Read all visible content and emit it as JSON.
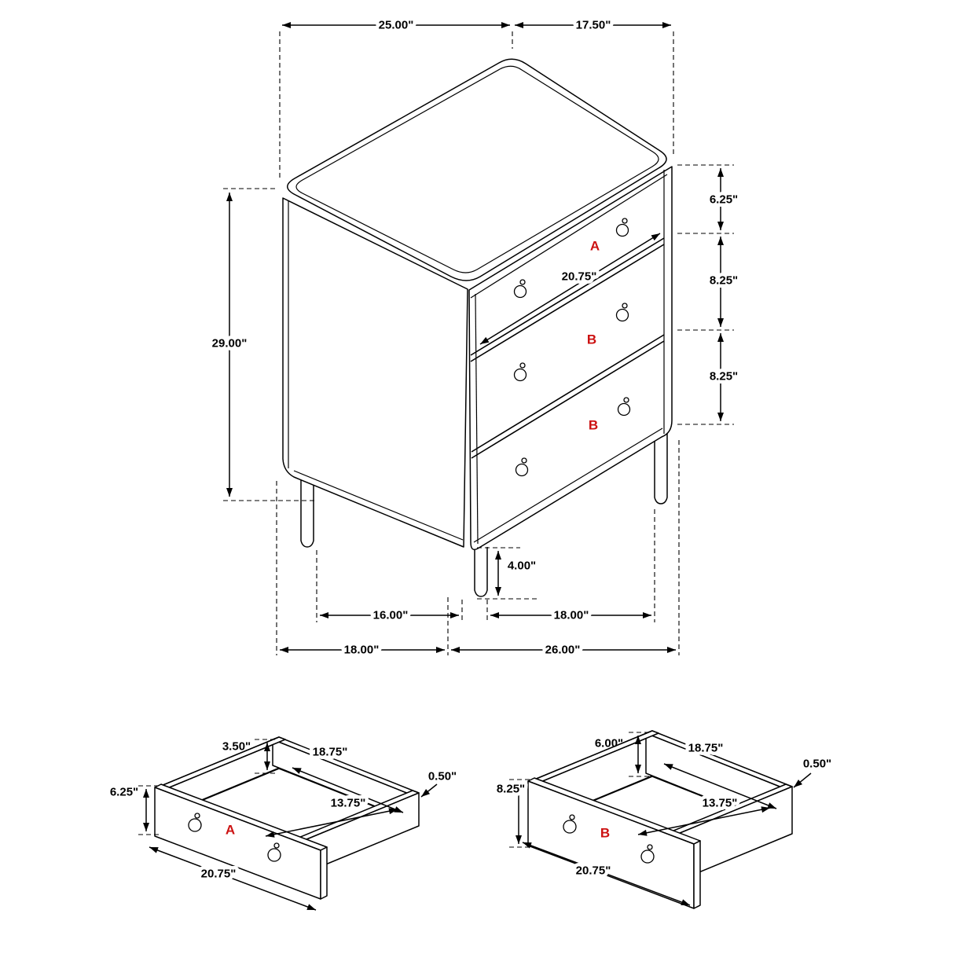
{
  "page": {
    "background": "#ffffff",
    "line_color": "#000000",
    "accent_color": "#cc1111"
  },
  "main_view": {
    "description": "isometric-3-drawer-chest",
    "dims": {
      "top_width": "25.00\"",
      "top_depth": "17.50\"",
      "height": "29.00\"",
      "top_drawer_height": "6.25\"",
      "middle_drawer_height": "8.25\"",
      "bottom_drawer_height": "8.25\"",
      "drawer_face_width": "20.75\"",
      "leg_height": "4.00\"",
      "base_width_left": "16.00\"",
      "base_width_right": "18.00\"",
      "overall_depth": "18.00\"",
      "overall_width": "26.00\""
    },
    "tags": {
      "top_drawer": "A",
      "middle_drawer": "B",
      "bottom_drawer": "B"
    }
  },
  "drawer_a": {
    "tag": "A",
    "dims": {
      "back_height": "3.50\"",
      "inner_width": "18.75\"",
      "wall_thickness": "0.50\"",
      "front_height": "6.25\"",
      "inner_depth": "13.75\"",
      "front_width": "20.75\""
    }
  },
  "drawer_b": {
    "tag": "B",
    "dims": {
      "back_height": "6.00\"",
      "inner_width": "18.75\"",
      "wall_thickness": "0.50\"",
      "front_height": "8.25\"",
      "inner_depth": "13.75\"",
      "front_width": "20.75\""
    }
  }
}
